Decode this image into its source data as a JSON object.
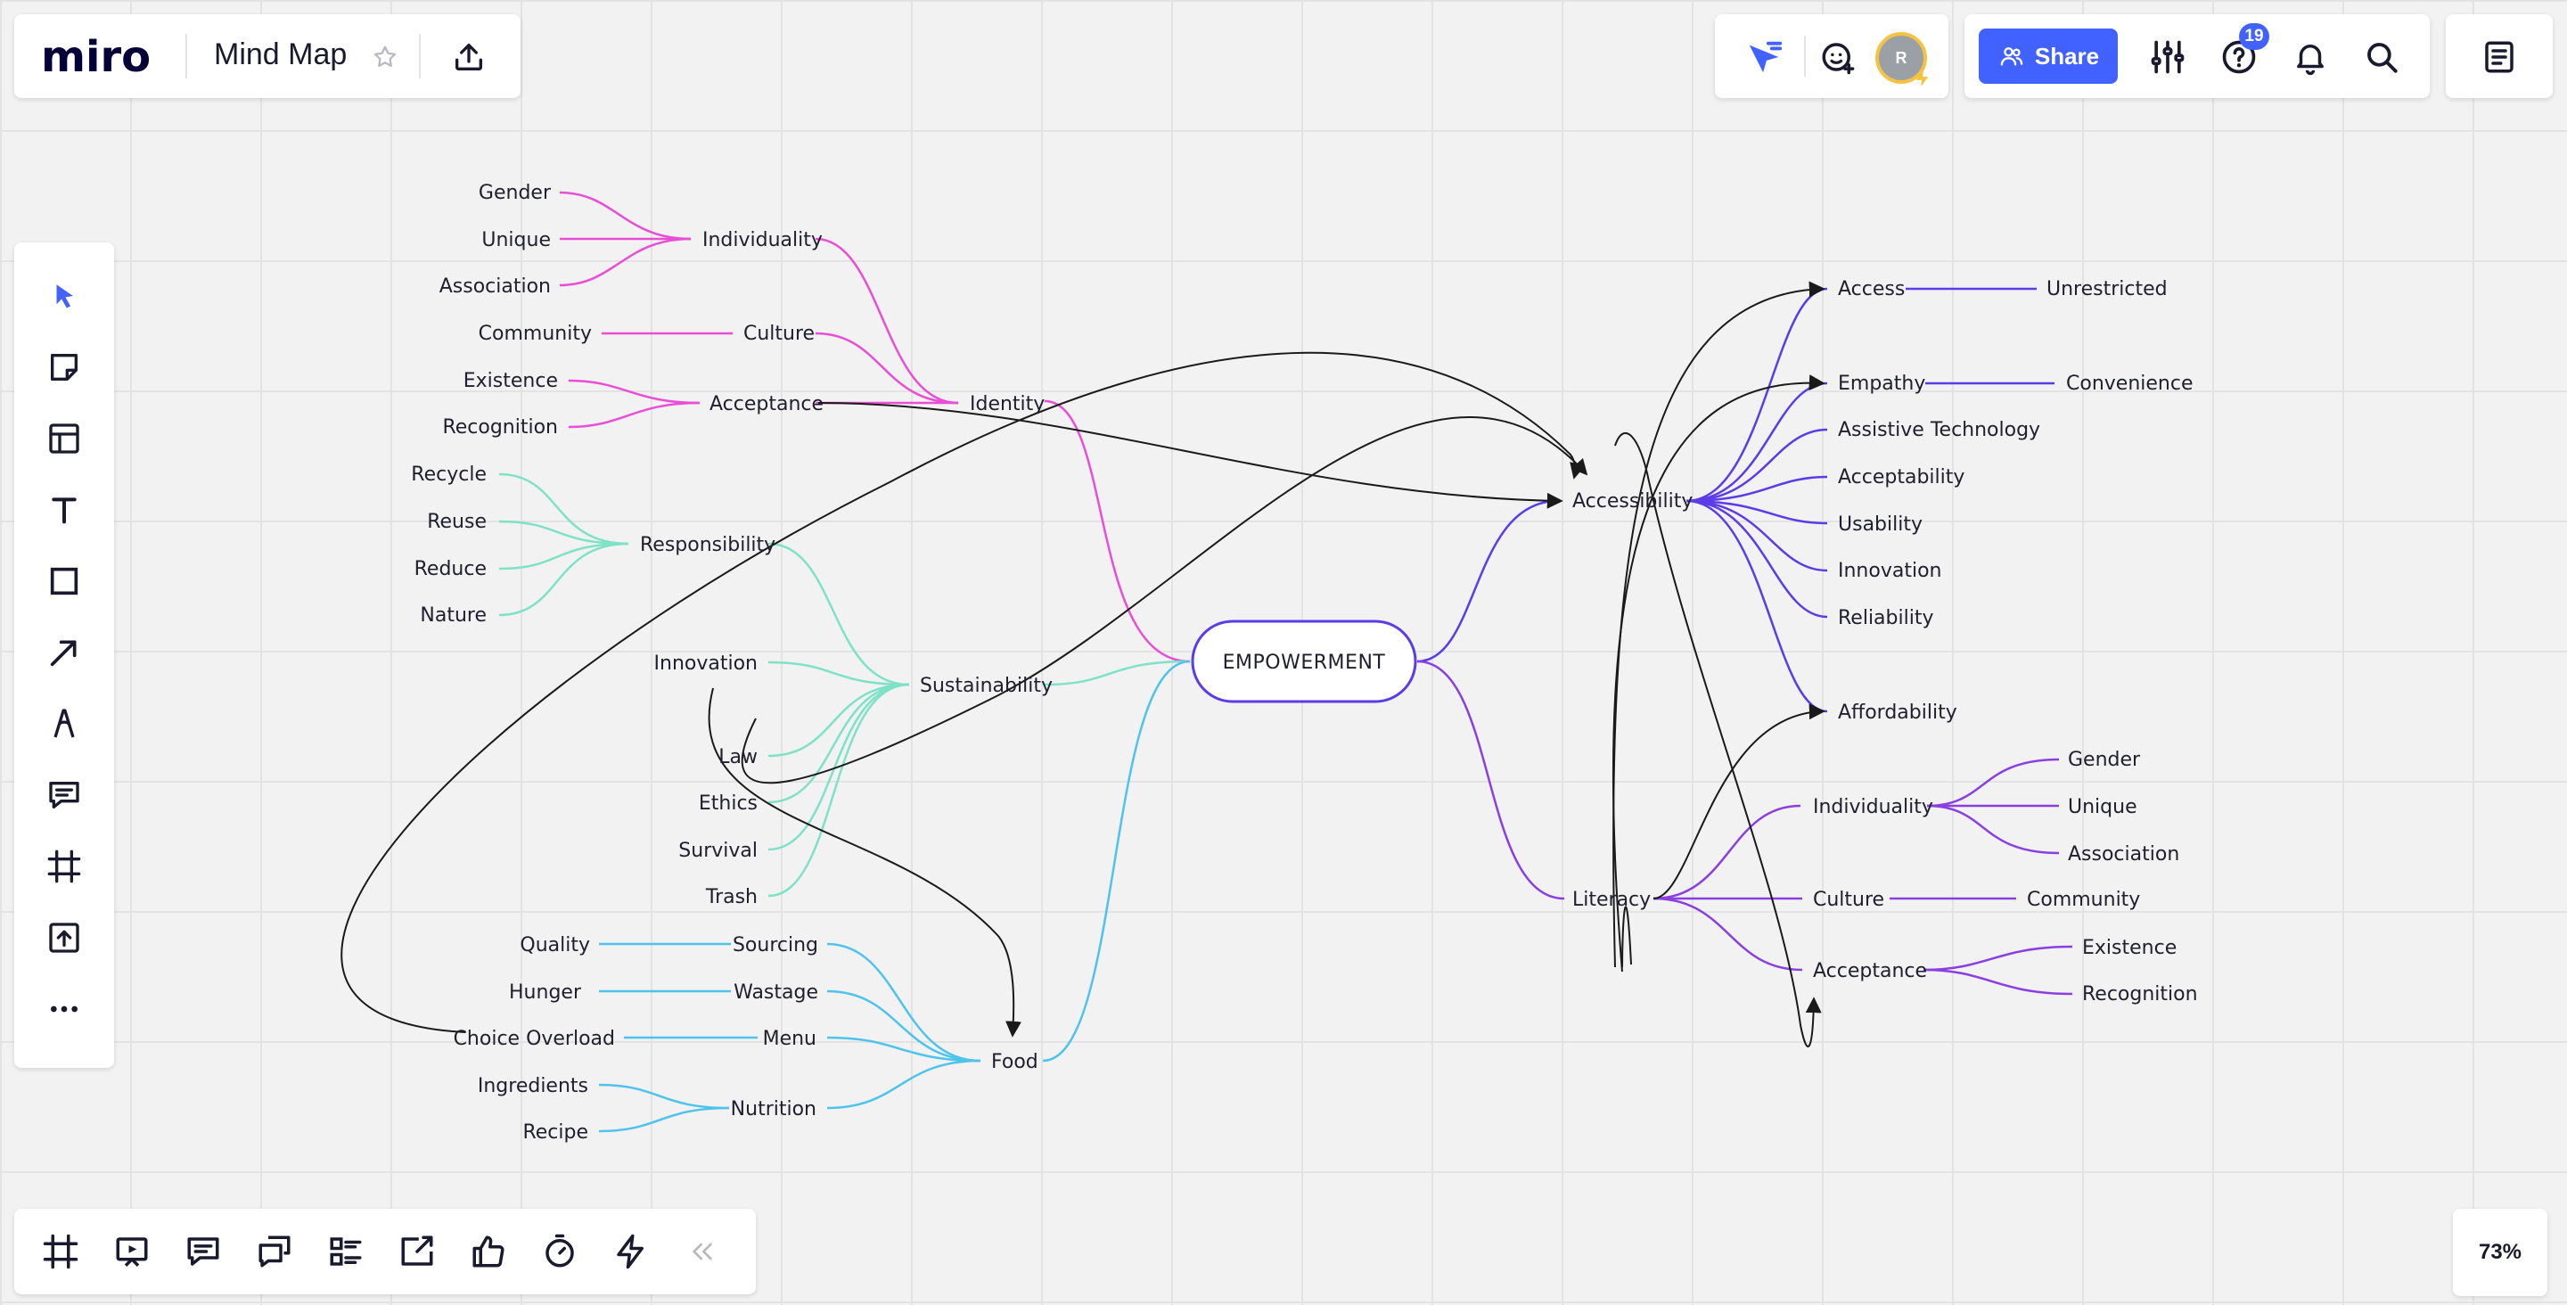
{
  "app": {
    "logo": "miro",
    "board_title": "Mind Map",
    "star_icon": "star-icon",
    "upload_icon": "upload-icon"
  },
  "header": {
    "share_label": "Share",
    "help_badge": "19",
    "avatar_initial": "R"
  },
  "zoom": {
    "level": "73%"
  },
  "mindmap": {
    "center": "EMPOWERMENT",
    "colors": {
      "identity": "#e84fd6",
      "sustainability": "#7ee2c6",
      "food": "#4ec3ec",
      "accessibility": "#5b3ce6",
      "literacy": "#8a3fe0",
      "connector": "#1a1a1a"
    },
    "nodes": {
      "gender_l": "Gender",
      "unique_l": "Unique",
      "association_l": "Association",
      "individuality_l": "Individuality",
      "community_l": "Community",
      "culture_l": "Culture",
      "existence_l": "Existence",
      "recognition_l": "Recognition",
      "acceptance_l": "Acceptance",
      "identity": "Identity",
      "recycle": "Recycle",
      "reuse": "Reuse",
      "reduce": "Reduce",
      "nature": "Nature",
      "responsibility": "Responsibility",
      "innovation_l": "Innovation",
      "sustainability": "Sustainability",
      "law": "Law",
      "ethics": "Ethics",
      "survival": "Survival",
      "trash": "Trash",
      "quality": "Quality",
      "sourcing": "Sourcing",
      "hunger": "Hunger",
      "wastage": "Wastage",
      "choice_overload": "Choice Overload",
      "menu": "Menu",
      "ingredients": "Ingredients",
      "recipe": "Recipe",
      "nutrition": "Nutrition",
      "food": "Food",
      "accessibility": "Accessibility",
      "access": "Access",
      "unrestricted": "Unrestricted",
      "empathy": "Empathy",
      "convenience": "Convenience",
      "assistive_tech": "Assistive Technology",
      "acceptability": "Acceptability",
      "usability": "Usability",
      "innovation_r": "Innovation",
      "reliability": "Reliability",
      "affordability": "Affordability",
      "literacy": "Literacy",
      "individuality_r": "Individuality",
      "gender_r": "Gender",
      "unique_r": "Unique",
      "association_r": "Association",
      "culture_r": "Culture",
      "community_r": "Community",
      "acceptance_r": "Acceptance",
      "existence_r": "Existence",
      "recognition_r": "Recognition"
    }
  },
  "toolbar": {
    "tools": [
      "select-tool",
      "sticky-note-tool",
      "templates-tool",
      "text-tool",
      "shape-tool",
      "arrow-tool",
      "pen-tool",
      "comment-tool",
      "frame-tool",
      "upload-tool",
      "more-tools"
    ]
  },
  "bottom_bar": {
    "items": [
      "frames",
      "presentation",
      "comments",
      "chat",
      "cards",
      "share-screen",
      "voting",
      "timer",
      "apps",
      "collapse"
    ]
  }
}
